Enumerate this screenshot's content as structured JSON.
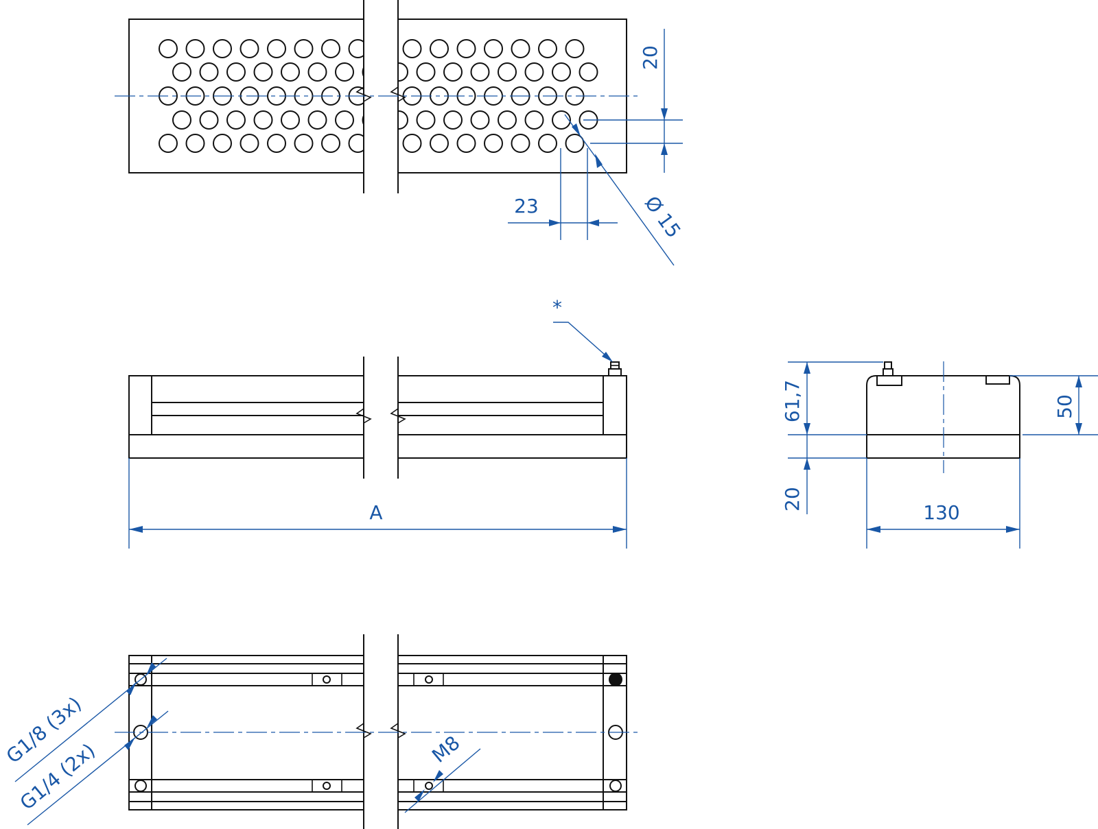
{
  "drawing": {
    "labels": {
      "top_pitch_vertical": "20",
      "top_pitch_horizontal": "23",
      "hole_diameter": "Ø 15",
      "asterisk": "*",
      "length": "A",
      "side_height_total": "61,7",
      "side_height_base": "20",
      "side_height_body": "50",
      "side_width": "130",
      "port_small": "G1/8 (3x)",
      "port_large": "G1/4 (2x)",
      "thread": "M8"
    },
    "colors": {
      "outline": "#111111",
      "dimension": "#1957a6"
    }
  }
}
